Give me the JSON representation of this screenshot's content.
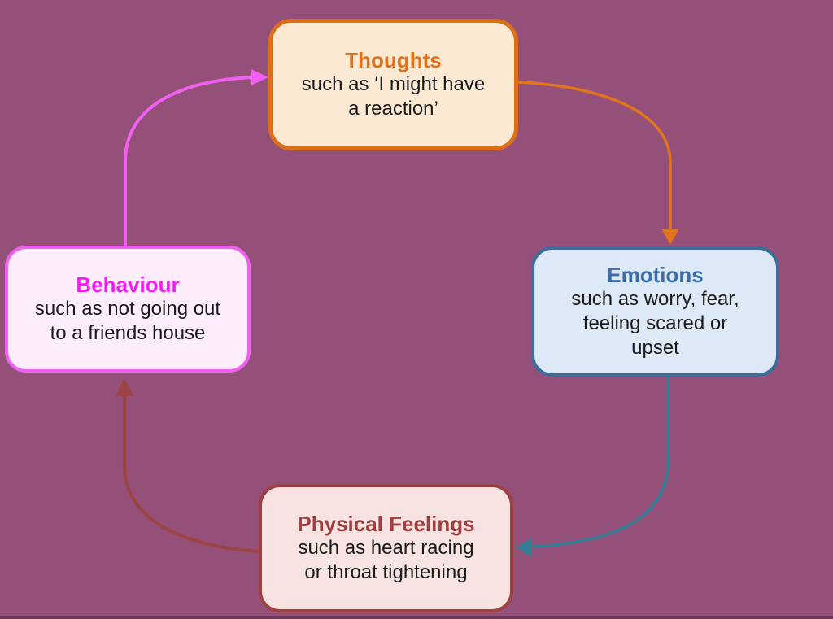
{
  "background": {
    "color": "#95507A",
    "bottom_strip_color": "#6C3A58"
  },
  "nodes": {
    "thoughts": {
      "title": "Thoughts",
      "lines": [
        "such as ‘I might have",
        "a reaction’"
      ],
      "title_color": "#E0711B",
      "border_color": "#DD6F19",
      "fill_color": "#FBE9D4"
    },
    "emotions": {
      "title": "Emotions",
      "lines": [
        "such as worry, fear,",
        "feeling scared or",
        "upset"
      ],
      "title_color": "#3D6EA8",
      "border_color": "#3A6F9C",
      "fill_color": "#DDE9F6"
    },
    "physical": {
      "title": "Physical Feelings",
      "lines": [
        "such as heart racing",
        "or throat tightening"
      ],
      "title_color": "#A33E3E",
      "border_color": "#A04141",
      "fill_color": "#F6E3E2"
    },
    "behaviour": {
      "title": "Behaviour",
      "lines": [
        "such as not going out",
        "to a friends house"
      ],
      "title_color": "#EF1FEF",
      "border_color": "#F060F0",
      "fill_color": "#FDEDFD"
    }
  },
  "arrows": {
    "thoughts_to_emotions": {
      "color": "#E2751C"
    },
    "emotions_to_physical": {
      "color": "#2F7E96"
    },
    "physical_to_behaviour": {
      "color": "#9C4343"
    },
    "behaviour_to_thoughts": {
      "color": "#F25FF2"
    }
  }
}
